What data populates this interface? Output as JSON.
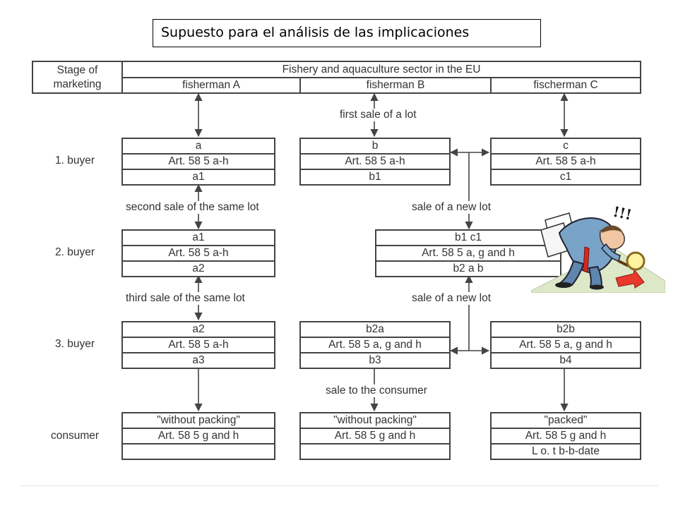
{
  "title": "Supuesto para el análisis de las implicaciones",
  "header": {
    "stage_label_line1": "Stage of",
    "stage_label_line2": "marketing",
    "sector": "Fishery and aquaculture sector in the EU",
    "fisherman_a": "fisherman A",
    "fisherman_b": "fisherman B",
    "fisherman_c": "fischerman C"
  },
  "rows": {
    "buyer1": "1. buyer",
    "buyer2": "2. buyer",
    "buyer3": "3. buyer",
    "consumer": "consumer"
  },
  "buyer1": {
    "a": [
      "a",
      "Art. 58 5 a-h",
      "a1"
    ],
    "b": [
      "b",
      "Art. 58 5 a-h",
      "b1"
    ],
    "c": [
      "c",
      "Art. 58 5 a-h",
      "c1"
    ]
  },
  "buyer2": {
    "a": [
      "a1",
      "Art. 58 5 a-h",
      "a2"
    ],
    "bc": [
      "b1 c1",
      "Art. 58 5 a, g and h",
      "b2 a b"
    ]
  },
  "buyer3": {
    "a": [
      "a2",
      "Art. 58 5 a-h",
      "a3"
    ],
    "b": [
      "b2a",
      "Art. 58 5 a, g and h",
      "b3"
    ],
    "c": [
      "b2b",
      "Art. 58 5 a, g and h",
      "b4"
    ]
  },
  "consumer": {
    "a": [
      "\"without packing\"",
      "Art. 58 5 g and h",
      ""
    ],
    "b": [
      "\"without packing\"",
      "Art. 58 5 g and h",
      ""
    ],
    "c": [
      "\"packed\"",
      "Art. 58 5 g and h",
      "L o. t b-b-date"
    ]
  },
  "labels": {
    "first_sale": "first sale of a lot",
    "second_sale": "second sale of the same lot",
    "third_sale": "third sale of the same lot",
    "new_lot_1": "sale of a new lot",
    "new_lot_2": "sale of a new lot",
    "to_consumer": "sale to the consumer"
  },
  "clipart": {
    "exclamation": "!!!"
  },
  "colors": {
    "line": "#444444",
    "text": "#333333"
  }
}
